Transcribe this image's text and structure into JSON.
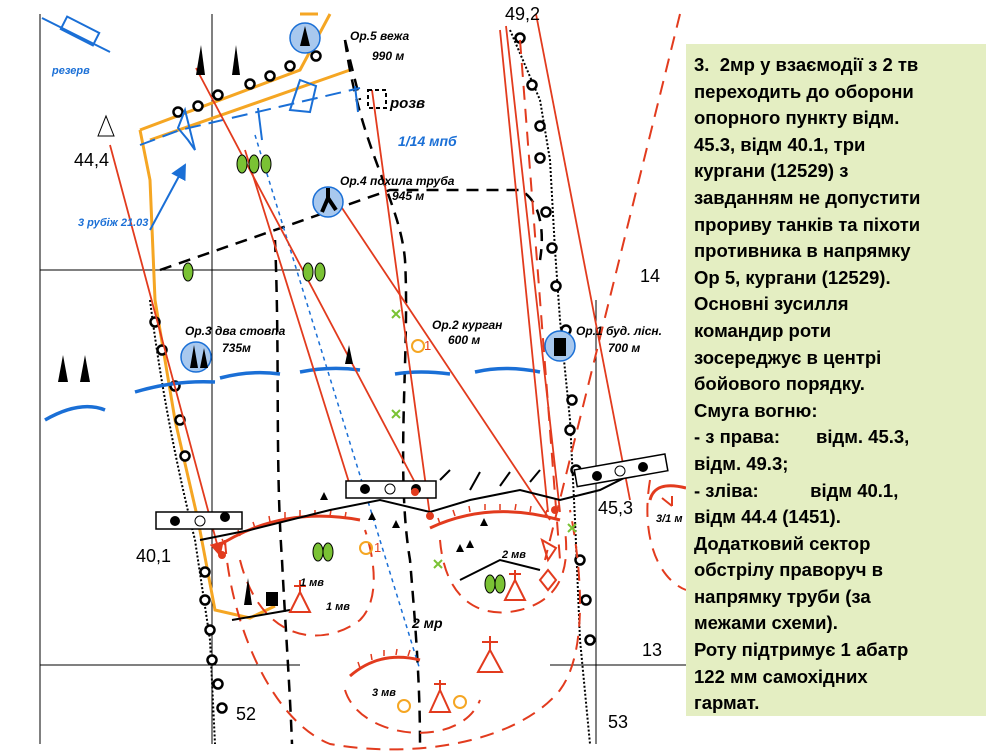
{
  "map": {
    "grid_numbers": {
      "n13": "13",
      "n14": "14",
      "n52": "52",
      "n53": "53"
    },
    "elevations": {
      "e44_4": "44,4",
      "e40_1": "40,1",
      "e45_3": "45,3",
      "e49_2": "49,2"
    },
    "landmarks": {
      "op5": {
        "title": "Ор.5 вежа",
        "dist": "990 м"
      },
      "op4": {
        "title": "Ор.4 похила труба",
        "dist": "945 м"
      },
      "op3": {
        "title": "Ор.3 два стовпа",
        "dist": "735м"
      },
      "op2": {
        "title": "Ор.2 курган",
        "dist": "600 м"
      },
      "op1": {
        "title": "Ор.1 буд. лісн.",
        "dist": "700 м"
      }
    },
    "labels": {
      "reserve": "резерв",
      "recon": "розв",
      "battalion": "1/14 мпб",
      "line_time": "3 рубіж 21.03",
      "company": "2 мр",
      "platoon1a": "1 мв",
      "platoon1b": "1 мв",
      "platoon2": "2 мв",
      "platoon3": "3 мв",
      "one_a": "1",
      "one_b": "1",
      "cut": "3/1 м"
    },
    "colors": {
      "boundary": "#f5a623",
      "enemy_blue": "#1a6fd6",
      "fire_red": "#e23b1e",
      "dashed_red": "#e23b1e",
      "symbol_green": "#7ac234"
    }
  },
  "panel": {
    "text": "3.  2мр у взаємодії з 2 тв\nпереходить до оборони\nопорного пункту відм.\n45.3, відм 40.1, три\nкургани (12529) з\nзавданням не допустити\nпрориву танків та піхоти\nпротивника в напрямку\nОр 5, кургани (12529).\nОсновні зусилля\nкомандир роти\nзосереджує в центрі\nбойового порядку.\nСмуга вогню:\n- з права:       відм. 45.3,\nвідм. 49.3;\n- зліва:          відм 40.1,\nвідм 44.4 (1451).\nДодатковий сектор\nобстрілу праворуч в\nнапрямку труби (за\nмежами схеми).\nРоту підтримує 1 абатр\n122 мм самохідних\nгармат."
  }
}
